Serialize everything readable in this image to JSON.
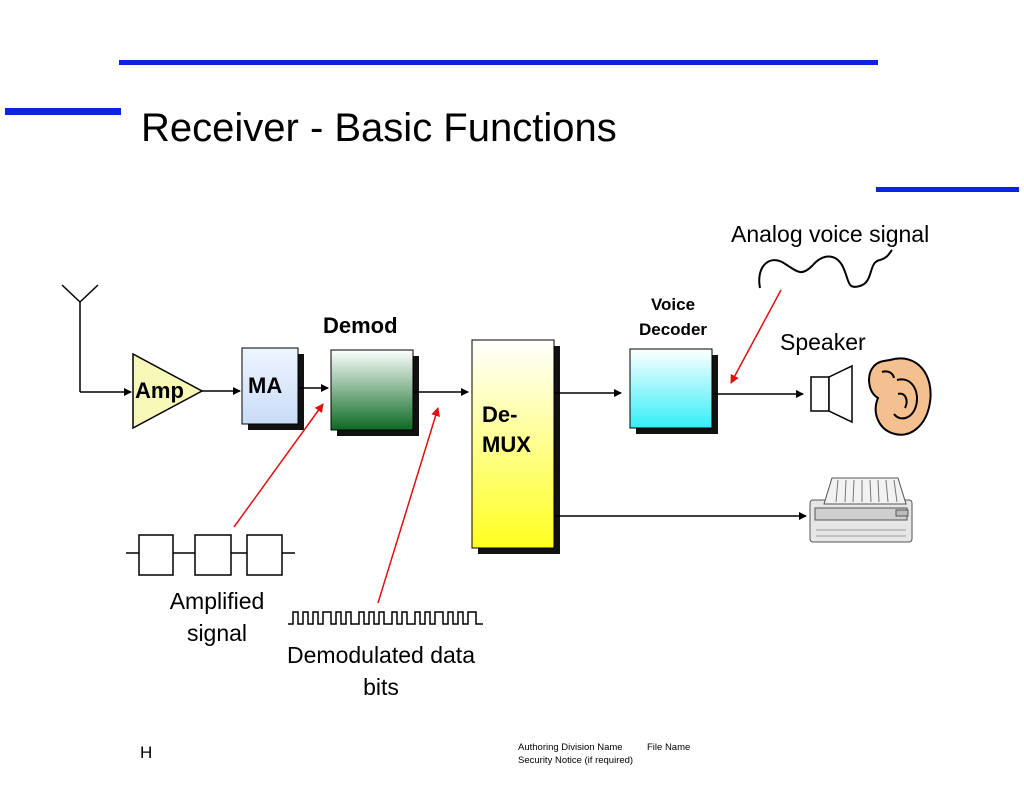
{
  "title": "Receiver - Basic Functions",
  "blocks": {
    "amp": "Amp",
    "ma": "MA",
    "demod": "Demod",
    "demux_line1": "De-",
    "demux_line2": "MUX",
    "voice_decoder_line1": "Voice",
    "voice_decoder_line2": "Decoder"
  },
  "labels": {
    "analog_voice_signal": "Analog voice signal",
    "speaker": "Speaker",
    "amplified_line1": "Amplified",
    "amplified_line2": "signal",
    "demod_bits_line1": "Demodulated data",
    "demod_bits_line2": "bits"
  },
  "footer": {
    "page_marker": "H",
    "division": "Authoring Division Name",
    "file_name": "File Name",
    "security": "Security Notice (if required)"
  },
  "colors": {
    "accent_bar": "#0a24e0",
    "annotation_arrow": "#e01010",
    "amp_fill": "#f7f7b8",
    "ma_fill": "#dbe9fb"
  }
}
